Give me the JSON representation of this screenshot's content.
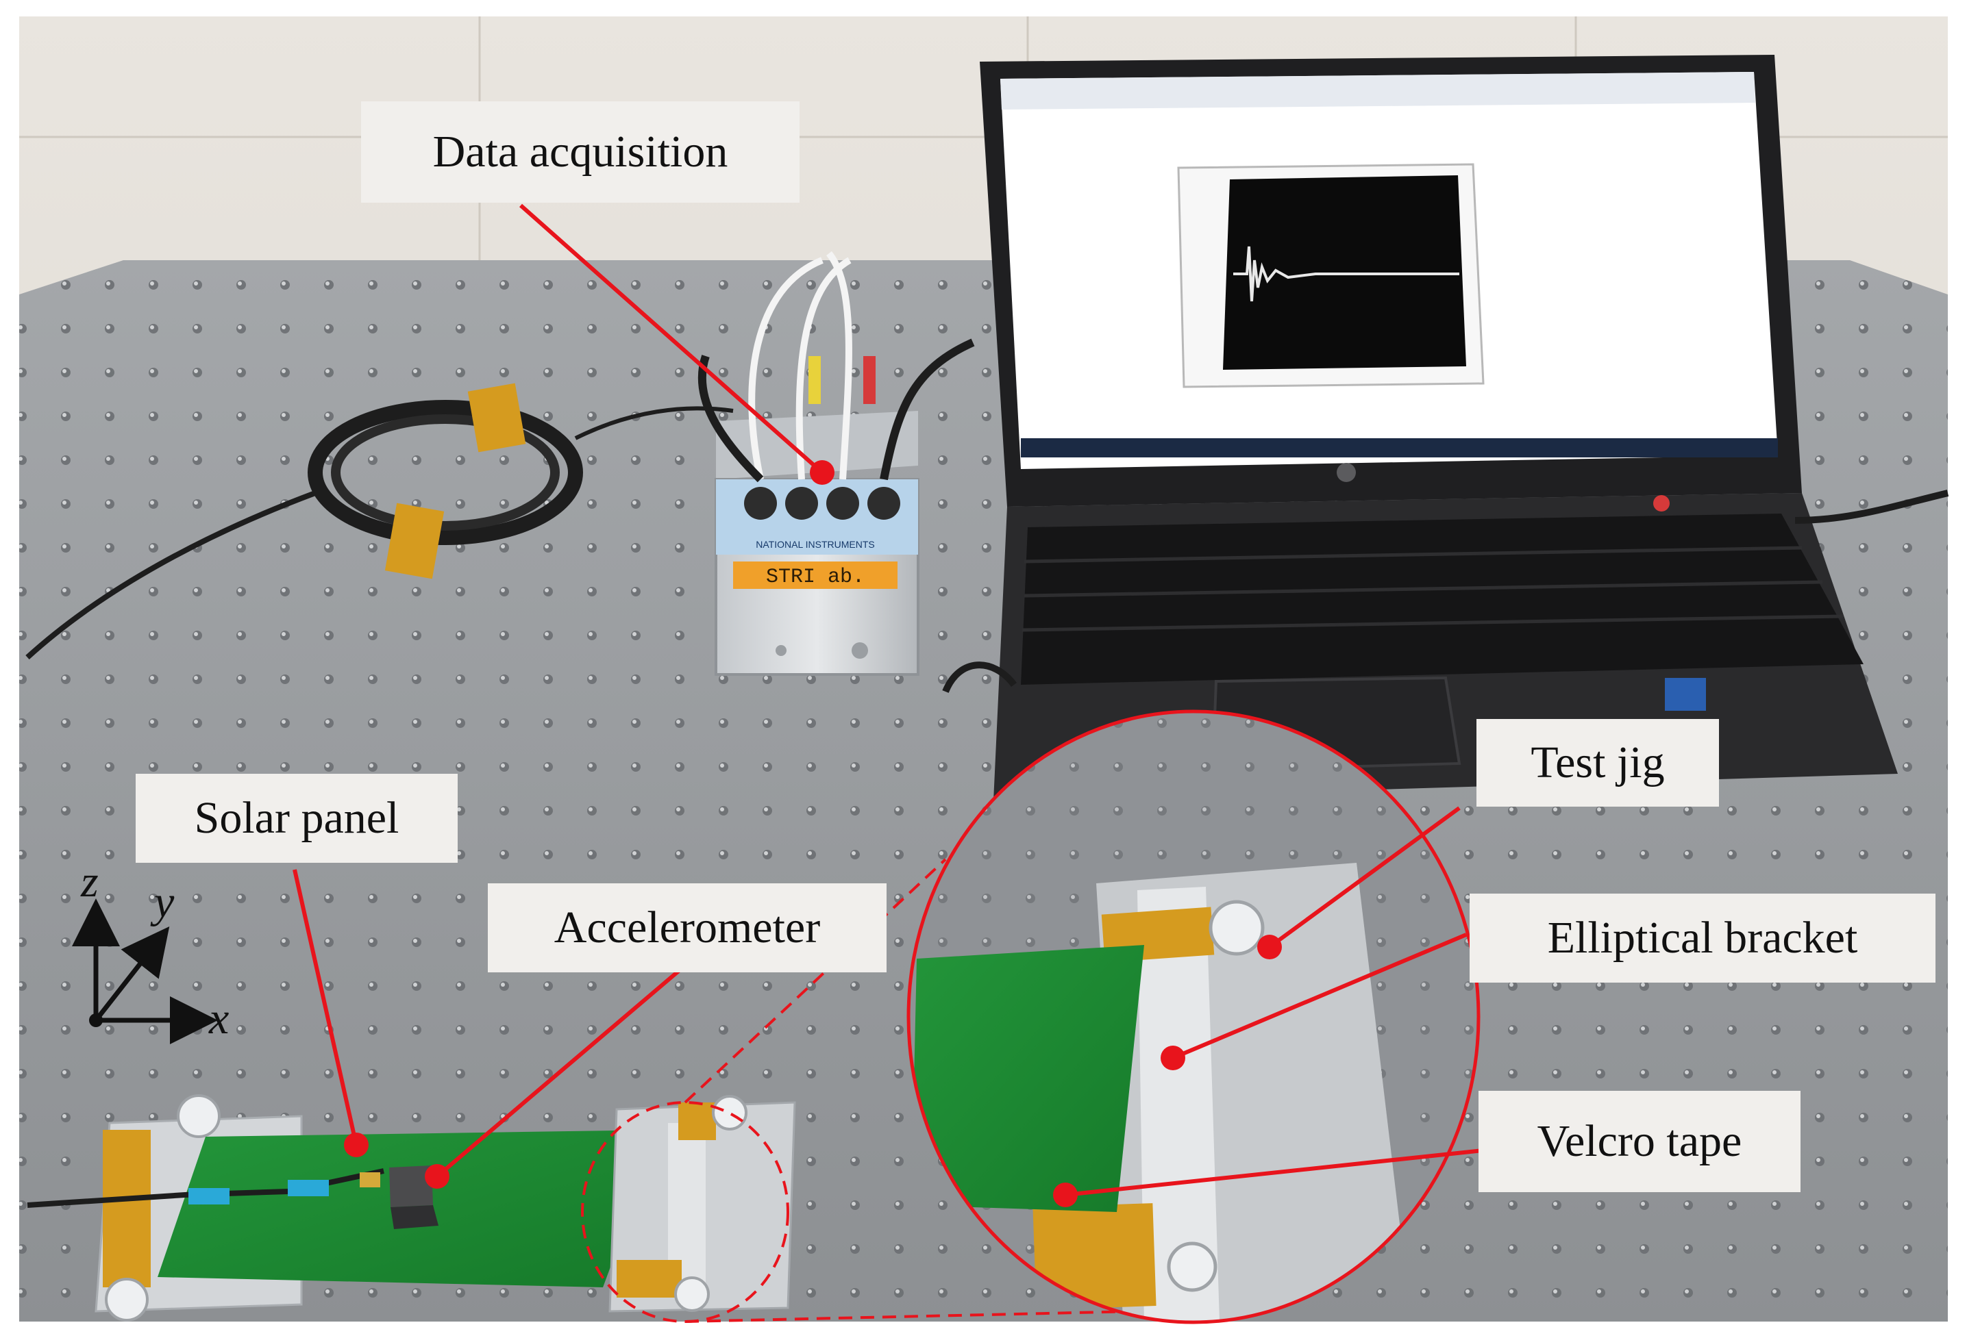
{
  "labels": {
    "data_acquisition": "Data acquisition",
    "solar_panel": "Solar panel",
    "accelerometer": "Accelerometer",
    "test_jig": "Test jig",
    "elliptical_bracket": "Elliptical bracket",
    "velcro_tape": "Velcro tape"
  },
  "axes": {
    "x": "x",
    "y": "y",
    "z": "z"
  },
  "daq_device": {
    "brand": "NATIONAL INSTRUMENTS",
    "tag": "STRI ab."
  },
  "colors": {
    "leader_line": "#e8141c",
    "marker": "#e8141c",
    "label_box": "#f1efec",
    "pcb": "#1f8a32",
    "kapton_tape": "#d59b1f",
    "table": "#9a9da0"
  }
}
